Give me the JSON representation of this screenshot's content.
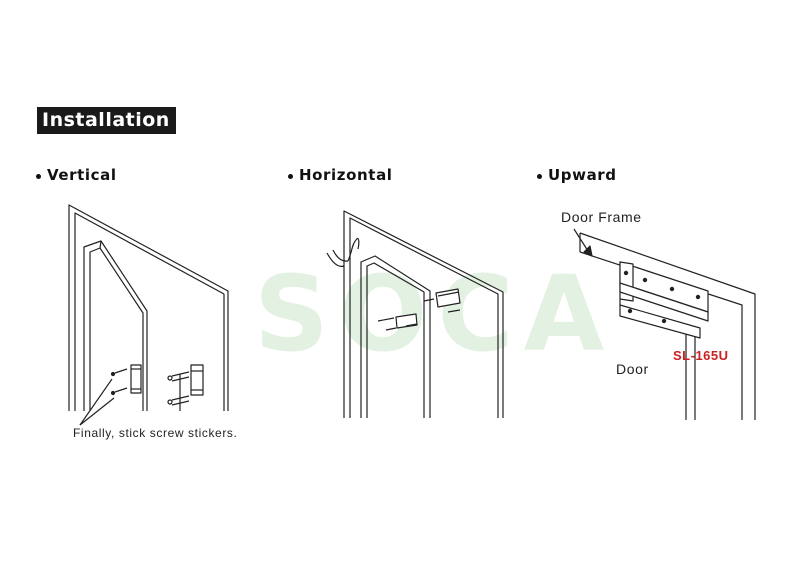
{
  "heading": "Installation",
  "sections": {
    "vertical": "Vertical",
    "horizontal": "Horizontal",
    "upward": "Upward"
  },
  "labels": {
    "stickers": "Finally, stick screw stickers.",
    "door_frame": "Door Frame",
    "door": "Door",
    "model": "SL-165U"
  },
  "watermark": "SOCA",
  "colors": {
    "heading_bg": "#1a1a1a",
    "model_text": "#cc1f1f",
    "watermark": "#2e9a2e"
  }
}
